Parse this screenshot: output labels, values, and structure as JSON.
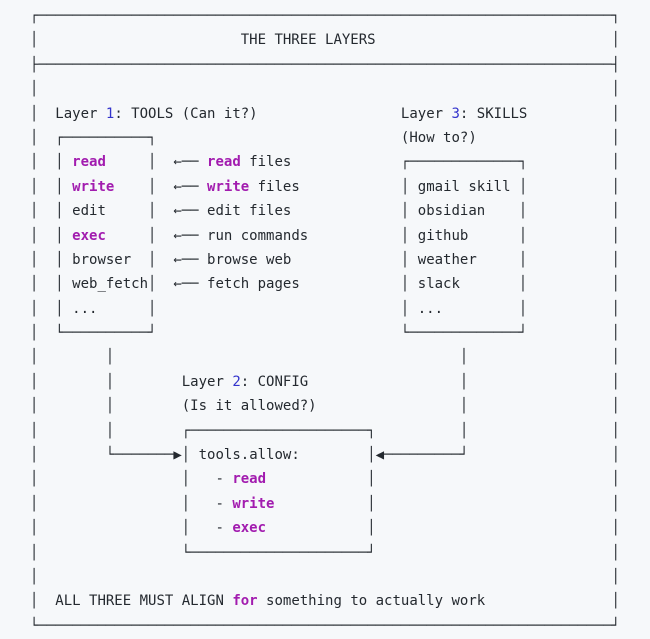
{
  "colors": {
    "background": "#f6f8fa",
    "text": "#24292f",
    "keyword": "#a21caf",
    "number": "#3333cc"
  },
  "structure": {
    "title": "THE THREE LAYERS",
    "layers": [
      {
        "name": "Layer 1",
        "number": "1",
        "label": "TOOLS",
        "question": "(Can it?)",
        "tools": [
          "read",
          "write",
          "edit",
          "exec",
          "browser",
          "web_fetch",
          "..."
        ],
        "tool_descriptions": [
          "read files",
          "write files",
          "edit files",
          "run commands",
          "browse web",
          "fetch pages"
        ],
        "highlighted_tools": [
          "read",
          "write",
          "exec"
        ]
      },
      {
        "name": "Layer 2",
        "number": "2",
        "label": "CONFIG",
        "question": "(Is it allowed?)",
        "config_key": "tools.allow:",
        "allowed": [
          "read",
          "write",
          "exec"
        ]
      },
      {
        "name": "Layer 3",
        "number": "3",
        "label": "SKILLS",
        "question": "(How to?)",
        "skills": [
          "gmail skill",
          "obsidian",
          "github",
          "weather",
          "slack",
          "..."
        ]
      }
    ],
    "footer": "ALL THREE MUST ALIGN for something to actually work",
    "footer_bold_word": "for"
  },
  "diagram": {
    "lines": [
      [
        {
          "t": "┌"
        },
        {
          "t": "─",
          "r": 68
        },
        {
          "t": "┐"
        }
      ],
      [
        {
          "t": "│"
        },
        {
          "t": " ",
          "r": 24
        },
        {
          "t": "THE THREE LAYERS"
        },
        {
          "t": " ",
          "r": 28
        },
        {
          "t": "│"
        }
      ],
      [
        {
          "t": "├"
        },
        {
          "t": "─",
          "r": 68
        },
        {
          "t": "┤"
        }
      ],
      [
        {
          "t": "│"
        },
        {
          "t": " ",
          "r": 68
        },
        {
          "t": "│"
        }
      ],
      [
        {
          "t": "│"
        },
        {
          "t": " ",
          "r": 2
        },
        {
          "t": "Layer "
        },
        {
          "t": "1",
          "s": "n"
        },
        {
          "t": ": TOOLS (Can it?)"
        },
        {
          "t": " ",
          "r": 17
        },
        {
          "t": "Layer "
        },
        {
          "t": "3",
          "s": "n"
        },
        {
          "t": ": SKILLS"
        },
        {
          "t": " ",
          "r": 10
        },
        {
          "t": "│"
        }
      ],
      [
        {
          "t": "│"
        },
        {
          "t": " ",
          "r": 2
        },
        {
          "t": "┌"
        },
        {
          "t": "─",
          "r": 10
        },
        {
          "t": "┐"
        },
        {
          "t": " ",
          "r": 29
        },
        {
          "t": "(How to?)"
        },
        {
          "t": " ",
          "r": 16
        },
        {
          "t": "│"
        }
      ],
      [
        {
          "t": "│"
        },
        {
          "t": " ",
          "r": 2
        },
        {
          "t": "│ "
        },
        {
          "t": "read",
          "s": "k"
        },
        {
          "t": " ",
          "r": 5
        },
        {
          "t": "│"
        },
        {
          "t": " ",
          "r": 2
        },
        {
          "t": "←── "
        },
        {
          "t": "read",
          "s": "k"
        },
        {
          "t": " files"
        },
        {
          "t": " ",
          "r": 13
        },
        {
          "t": "┌"
        },
        {
          "t": "─",
          "r": 13
        },
        {
          "t": "┐"
        },
        {
          "t": " ",
          "r": 10
        },
        {
          "t": "│"
        }
      ],
      [
        {
          "t": "│"
        },
        {
          "t": " ",
          "r": 2
        },
        {
          "t": "│ "
        },
        {
          "t": "write",
          "s": "k"
        },
        {
          "t": " ",
          "r": 4
        },
        {
          "t": "│"
        },
        {
          "t": " ",
          "r": 2
        },
        {
          "t": "←── "
        },
        {
          "t": "write",
          "s": "k"
        },
        {
          "t": " files"
        },
        {
          "t": " ",
          "r": 12
        },
        {
          "t": "│ gmail skill │"
        },
        {
          "t": " ",
          "r": 10
        },
        {
          "t": "│"
        }
      ],
      [
        {
          "t": "│"
        },
        {
          "t": " ",
          "r": 2
        },
        {
          "t": "│ edit     │"
        },
        {
          "t": " ",
          "r": 2
        },
        {
          "t": "←── edit files"
        },
        {
          "t": " ",
          "r": 13
        },
        {
          "t": "│ obsidian    │"
        },
        {
          "t": " ",
          "r": 10
        },
        {
          "t": "│"
        }
      ],
      [
        {
          "t": "│"
        },
        {
          "t": " ",
          "r": 2
        },
        {
          "t": "│ "
        },
        {
          "t": "exec",
          "s": "k"
        },
        {
          "t": " ",
          "r": 5
        },
        {
          "t": "│"
        },
        {
          "t": " ",
          "r": 2
        },
        {
          "t": "←── run commands"
        },
        {
          "t": " ",
          "r": 11
        },
        {
          "t": "│ github      │"
        },
        {
          "t": " ",
          "r": 10
        },
        {
          "t": "│"
        }
      ],
      [
        {
          "t": "│"
        },
        {
          "t": " ",
          "r": 2
        },
        {
          "t": "│ browser  │"
        },
        {
          "t": " ",
          "r": 2
        },
        {
          "t": "←── browse web"
        },
        {
          "t": " ",
          "r": 13
        },
        {
          "t": "│ weather     │"
        },
        {
          "t": " ",
          "r": 10
        },
        {
          "t": "│"
        }
      ],
      [
        {
          "t": "│"
        },
        {
          "t": " ",
          "r": 2
        },
        {
          "t": "│ web_fetch│"
        },
        {
          "t": " ",
          "r": 2
        },
        {
          "t": "←── fetch pages"
        },
        {
          "t": " ",
          "r": 12
        },
        {
          "t": "│ slack       │"
        },
        {
          "t": " ",
          "r": 10
        },
        {
          "t": "│"
        }
      ],
      [
        {
          "t": "│"
        },
        {
          "t": " ",
          "r": 2
        },
        {
          "t": "│ ...      │"
        },
        {
          "t": " ",
          "r": 29
        },
        {
          "t": "│ ...         │"
        },
        {
          "t": " ",
          "r": 10
        },
        {
          "t": "│"
        }
      ],
      [
        {
          "t": "│"
        },
        {
          "t": " ",
          "r": 2
        },
        {
          "t": "└"
        },
        {
          "t": "─",
          "r": 10
        },
        {
          "t": "┘"
        },
        {
          "t": " ",
          "r": 29
        },
        {
          "t": "└"
        },
        {
          "t": "─",
          "r": 13
        },
        {
          "t": "┘"
        },
        {
          "t": " ",
          "r": 10
        },
        {
          "t": "│"
        }
      ],
      [
        {
          "t": "│"
        },
        {
          "t": " ",
          "r": 8
        },
        {
          "t": "│"
        },
        {
          "t": " ",
          "r": 41
        },
        {
          "t": "│"
        },
        {
          "t": " ",
          "r": 17
        },
        {
          "t": "│"
        }
      ],
      [
        {
          "t": "│"
        },
        {
          "t": " ",
          "r": 8
        },
        {
          "t": "│"
        },
        {
          "t": " ",
          "r": 8
        },
        {
          "t": "Layer "
        },
        {
          "t": "2",
          "s": "n"
        },
        {
          "t": ": CONFIG"
        },
        {
          "t": " ",
          "r": 18
        },
        {
          "t": "│"
        },
        {
          "t": " ",
          "r": 17
        },
        {
          "t": "│"
        }
      ],
      [
        {
          "t": "│"
        },
        {
          "t": " ",
          "r": 8
        },
        {
          "t": "│"
        },
        {
          "t": " ",
          "r": 8
        },
        {
          "t": "(Is it allowed?)"
        },
        {
          "t": " ",
          "r": 17
        },
        {
          "t": "│"
        },
        {
          "t": " ",
          "r": 17
        },
        {
          "t": "│"
        }
      ],
      [
        {
          "t": "│"
        },
        {
          "t": " ",
          "r": 8
        },
        {
          "t": "│"
        },
        {
          "t": " ",
          "r": 8
        },
        {
          "t": "┌"
        },
        {
          "t": "─",
          "r": 21
        },
        {
          "t": "┐"
        },
        {
          "t": " ",
          "r": 10
        },
        {
          "t": "│"
        },
        {
          "t": " ",
          "r": 17
        },
        {
          "t": "│"
        }
      ],
      [
        {
          "t": "│"
        },
        {
          "t": " ",
          "r": 8
        },
        {
          "t": "└"
        },
        {
          "t": "─",
          "r": 7
        },
        {
          "t": "▶"
        },
        {
          "t": "│ tools.allow:"
        },
        {
          "t": " ",
          "r": 8
        },
        {
          "t": "│"
        },
        {
          "t": "◀"
        },
        {
          "t": "─",
          "r": 9
        },
        {
          "t": "┘"
        },
        {
          "t": " ",
          "r": 17
        },
        {
          "t": "│"
        }
      ],
      [
        {
          "t": "│"
        },
        {
          "t": " ",
          "r": 17
        },
        {
          "t": "│"
        },
        {
          "t": " ",
          "r": 3
        },
        {
          "t": "- "
        },
        {
          "t": "read",
          "s": "k"
        },
        {
          "t": " ",
          "r": 12
        },
        {
          "t": "│"
        },
        {
          "t": " ",
          "r": 28
        },
        {
          "t": "│"
        }
      ],
      [
        {
          "t": "│"
        },
        {
          "t": " ",
          "r": 17
        },
        {
          "t": "│"
        },
        {
          "t": " ",
          "r": 3
        },
        {
          "t": "- "
        },
        {
          "t": "write",
          "s": "k"
        },
        {
          "t": " ",
          "r": 11
        },
        {
          "t": "│"
        },
        {
          "t": " ",
          "r": 28
        },
        {
          "t": "│"
        }
      ],
      [
        {
          "t": "│"
        },
        {
          "t": " ",
          "r": 17
        },
        {
          "t": "│"
        },
        {
          "t": " ",
          "r": 3
        },
        {
          "t": "- "
        },
        {
          "t": "exec",
          "s": "k"
        },
        {
          "t": " ",
          "r": 12
        },
        {
          "t": "│"
        },
        {
          "t": " ",
          "r": 28
        },
        {
          "t": "│"
        }
      ],
      [
        {
          "t": "│"
        },
        {
          "t": " ",
          "r": 17
        },
        {
          "t": "└"
        },
        {
          "t": "─",
          "r": 21
        },
        {
          "t": "┘"
        },
        {
          "t": " ",
          "r": 28
        },
        {
          "t": "│"
        }
      ],
      [
        {
          "t": "│"
        },
        {
          "t": " ",
          "r": 68
        },
        {
          "t": "│"
        }
      ],
      [
        {
          "t": "│"
        },
        {
          "t": " ",
          "r": 2
        },
        {
          "t": "ALL THREE MUST ALIGN "
        },
        {
          "t": "for",
          "s": "k"
        },
        {
          "t": " something to actually work"
        },
        {
          "t": " ",
          "r": 15
        },
        {
          "t": "│"
        }
      ],
      [
        {
          "t": "└"
        },
        {
          "t": "─",
          "r": 68
        },
        {
          "t": "┘"
        }
      ]
    ]
  }
}
